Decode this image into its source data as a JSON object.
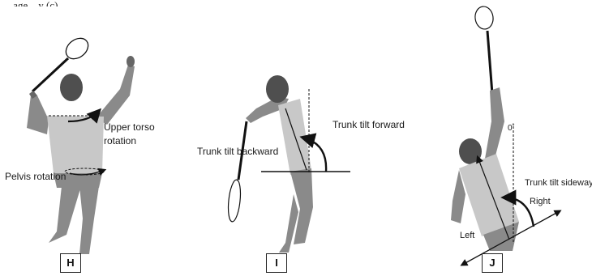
{
  "caption_fragment": "… age ...y (c)",
  "panels": [
    {
      "id": "H",
      "labels": {
        "upper_torso": "Upper torso",
        "rotation": "rotation",
        "pelvis": "Pelvis rotation"
      }
    },
    {
      "id": "I",
      "labels": {
        "forward": "Trunk tilt forward",
        "backward": "Trunk tilt  backward"
      }
    },
    {
      "id": "J",
      "labels": {
        "degree": "0˚",
        "sideways": "Trunk tilt sideways",
        "right": "Right",
        "left": "Left"
      }
    }
  ],
  "colors": {
    "figure_dark": "#555555",
    "figure_mid": "#8a8a8a",
    "torso_light": "#c8c8c8",
    "head": "#4f4f4f",
    "ink": "#111111"
  }
}
